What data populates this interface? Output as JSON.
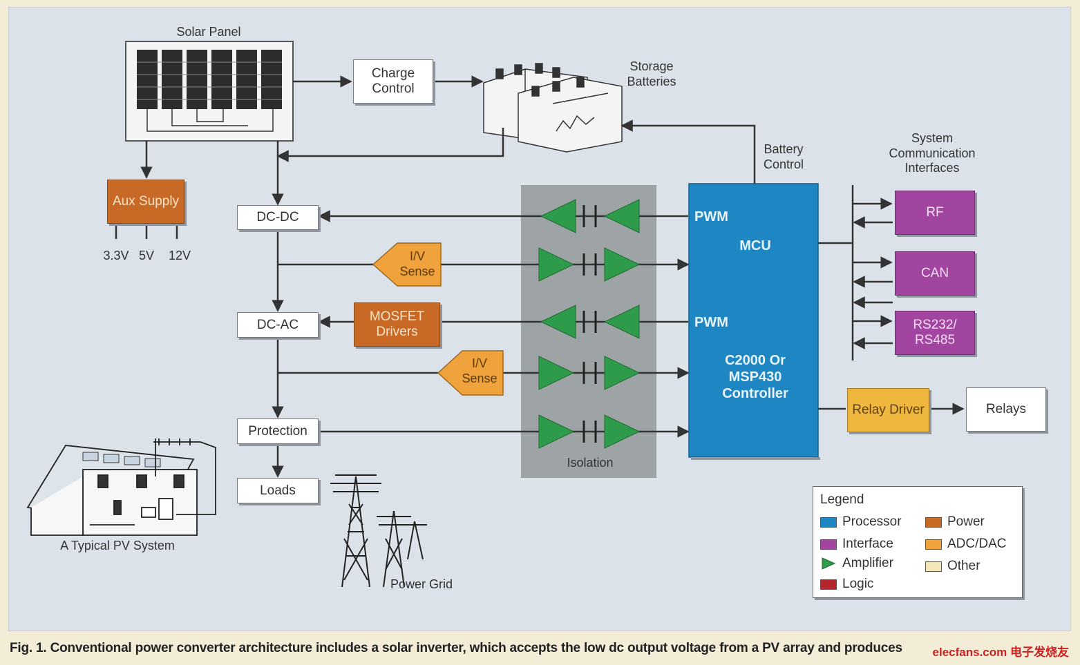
{
  "colors": {
    "processor": "#1f86c4",
    "interface": "#a145a0",
    "amplifier": "#2e9b4a",
    "logic": "#b3262c",
    "power": "#c86a26",
    "adc_dac": "#f0a23c",
    "other": "#f3e6b8",
    "isolation_bg": "#9ea3a5"
  },
  "labels": {
    "solar_panel": "Solar Panel",
    "charge_control": "Charge Control",
    "storage_batteries": "Storage Batteries",
    "aux_supply": "Aux Supply",
    "v33": "3.3V",
    "v5": "5V",
    "v12": "12V",
    "dc_dc": "DC-DC",
    "iv_sense_1": "I/V Sense",
    "mosfet_drivers": "MOSFET Drivers",
    "dc_ac": "DC-AC",
    "iv_sense_2": "I/V Sense",
    "protection": "Protection",
    "loads": "Loads",
    "pv_system": "A Typical PV System",
    "power_grid": "Power Grid",
    "isolation": "Isolation",
    "battery_control": "Battery Control",
    "pwm_1": "PWM",
    "mcu": "MCU",
    "pwm_2": "PWM",
    "controller": "C2000 Or MSP430 Controller",
    "sys_comm": "System Communication Interfaces",
    "rf": "RF",
    "can": "CAN",
    "rs": "RS232/ RS485",
    "relay_driver": "Relay Driver",
    "relays": "Relays"
  },
  "legend": {
    "title": "Legend",
    "processor": "Processor",
    "interface": "Interface",
    "amplifier": "Amplifier",
    "logic": "Logic",
    "power": "Power",
    "adc_dac": "ADC/DAC",
    "other": "Other"
  },
  "caption": "Fig. 1. Conventional power converter architecture includes a solar inverter, which accepts the low dc output voltage from a PV array and produces",
  "watermark": "elecfans.com 电子发烧友"
}
